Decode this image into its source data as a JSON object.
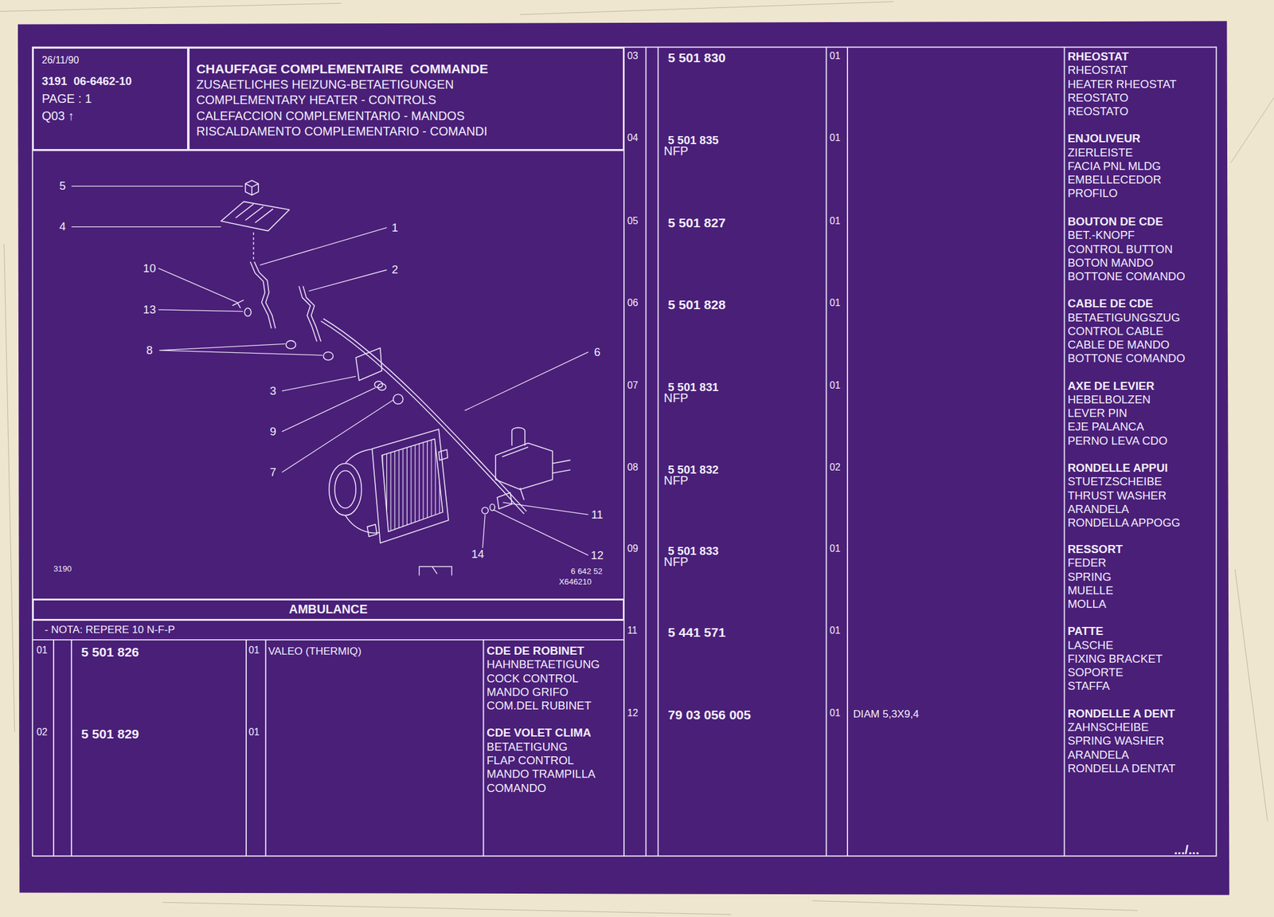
{
  "diagram": {
    "title": "CHAUFFAGE COMPLEMENTAIRE  COMMANDE",
    "nodes": [
      {
        "text": [
          "26/11/90",
          "3191  06-6462-10",
          "PAGE : 1",
          "Q03 ↑"
        ]
      },
      {
        "text": [
          "ZUSAETLICHES HEIZUNG-BETAETIGUNGEN",
          "COMPLEMENTARY HEATER - CONTROLS",
          "CALEFACCION COMPLEMENTARIO - MANDOS",
          "RISCALDAMENTO COMPLEMENTARIO - COMANDI"
        ]
      },
      {
        "text": [
          "AMBULANCE"
        ]
      }
    ],
    "labels": [
      "5",
      "4",
      "1",
      "10",
      "2",
      "13",
      "8",
      "6",
      "3",
      "9",
      "7",
      "11",
      "12",
      "14",
      "3190",
      "6 642 52",
      "X646210",
      "- NOTA: REPERE 10 N-F-P",
      "01",
      "5 501 826",
      "01",
      "VALEO (THERMIQ)",
      "CDE DE ROBINET",
      "HAHNBETAETIGUNG",
      "COCK CONTROL",
      "MANDO GRIFO",
      "COM.DEL RUBINET",
      "02",
      "5 501 829",
      "01",
      "CDE VOLET CLIMA",
      "BETAETIGUNG",
      "FLAP CONTROL",
      "MANDO TRAMPILLA",
      "COMANDO",
      "03",
      "5 501 830",
      "01",
      "RHEOSTAT",
      "RHEOSTAT",
      "HEATER RHEOSTAT",
      "REOSTATO",
      "REOSTATO",
      "04",
      "5 501 835",
      "NFP",
      "01",
      "ENJOLIVEUR",
      "ZIERLEISTE",
      "FACIA PNL MLDG",
      "EMBELLECEDOR",
      "PROFILO",
      "05",
      "5 501 827",
      "01",
      "BOUTON DE CDE",
      "BET.-KNOPF",
      "CONTROL BUTTON",
      "BOTON MANDO",
      "BOTTONE COMANDO",
      "06",
      "5 501 828",
      "01",
      "CABLE DE CDE",
      "BETAETIGUNGSZUG",
      "CONTROL CABLE",
      "CABLE DE MANDO",
      "BOTTONE COMANDO",
      "07",
      "5 501 831",
      "NFP",
      "01",
      "AXE DE LEVIER",
      "HEBELBOLZEN",
      "LEVER PIN",
      "EJE PALANCA",
      "PERNO LEVA CDO",
      "08",
      "5 501 832",
      "NFP",
      "02",
      "RONDELLE APPUI",
      "STUETZSCHEIBE",
      "THRUST WASHER",
      "ARANDELA",
      "RONDELLA APPOGG",
      "09",
      "5 501 833",
      "NFP",
      "01",
      "RESSORT",
      "FEDER",
      "SPRING",
      "MUELLE",
      "MOLLA",
      "11",
      "5 441 571",
      "01",
      "PATTE",
      "LASCHE",
      "FIXING BRACKET",
      "SOPORTE",
      "STAFFA",
      "12",
      "79 03 056 005",
      "01",
      "DIAM 5,3X9,4",
      "RONDELLE A DENT",
      "ZAHNSCHEIBE",
      "SPRING WASHER",
      "ARANDELA",
      "RONDELLA DENTAT",
      ".../..."
    ]
  }
}
